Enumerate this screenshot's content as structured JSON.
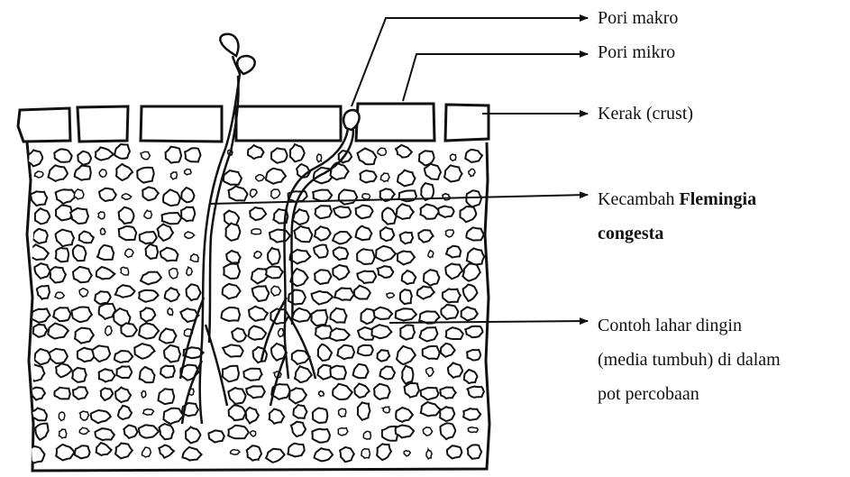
{
  "labels": {
    "pori_makro": "Pori makro",
    "pori_mikro": "Pori mikro",
    "kerak": "Kerak (crust)",
    "kecambah_prefix": "Kecambah ",
    "kecambah_bold_1": "Flemingia",
    "kecambah_bold_2": "congesta",
    "contoh_line1": "Contoh lahar dingin",
    "contoh_line2": "(media tumbuh) di dalam",
    "contoh_line3": "pot percobaan"
  },
  "colors": {
    "ink": "#111111",
    "background": "#ffffff"
  }
}
